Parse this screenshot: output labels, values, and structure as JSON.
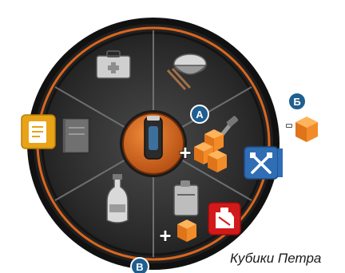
{
  "wheel": {
    "center_item": "flashlight-icon",
    "segments": [
      {
        "item": "medkit-icon"
      },
      {
        "item": "food-bowl-icon"
      },
      {
        "item": "tools-icon"
      },
      {
        "item": "canister-icon"
      },
      {
        "item": "bottle-icon"
      },
      {
        "item": "book-icon"
      }
    ]
  },
  "markers": {
    "a": {
      "label": "A"
    },
    "b": {
      "label": "Б"
    },
    "c": {
      "label": "В"
    }
  },
  "symbols": {
    "plus": "+",
    "minus": "-"
  },
  "cards": {
    "notes": {
      "icon": "notes-card-icon",
      "color": "#e8a317"
    },
    "tools": {
      "icon": "crossed-tools-card-icon",
      "color": "#2f6db5"
    },
    "fuel": {
      "icon": "fuel-can-card-icon",
      "color": "#d21a1a"
    }
  },
  "colors": {
    "accent": "#d9661f",
    "marker": "#1f5f8f",
    "ring": "#151515"
  },
  "caption": "Кубики Петра"
}
